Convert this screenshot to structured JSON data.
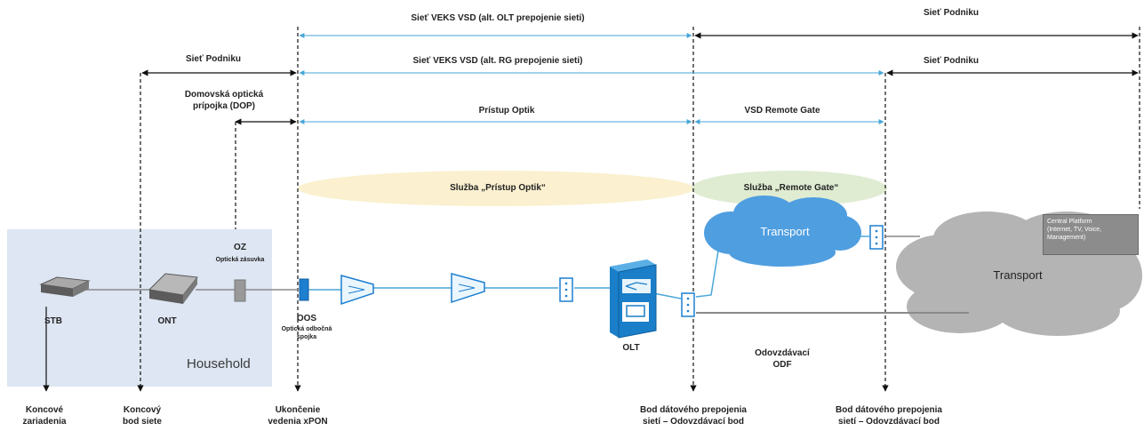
{
  "top": {
    "siet_veks_olt": "Sieť VEKS VSD (alt. OLT prepojenie sieti)",
    "siet_podniku_top_right": "Sieť Podniku",
    "siet_podniku_left": "Sieť Podniku",
    "siet_veks_rg": "Sieť VEKS VSD (alt. RG prepojenie sieti)",
    "siet_podniku_mid_right": "Sieť Podniku",
    "dop": "Domovská optická\nprípojka (DOP)",
    "pristup_optik": "Prístup Optik",
    "vsd_remote_gate": "VSD Remote Gate"
  },
  "services": {
    "pristup_optik": "Služba „Prístup Optik“",
    "remote_gate": "Služba „Remote Gate“"
  },
  "household": {
    "label": "Household",
    "oz_title": "OZ",
    "oz_sub": "Optická zásuvka",
    "stb": "STB",
    "ont": "ONT"
  },
  "network": {
    "oos_title": "OOS",
    "oos_sub": "Optická odbočná\nspojka",
    "olt": "OLT",
    "transport_small": "Transport",
    "transport_big": "Transport",
    "odovzdavaci_odf": "Odovzdávací\nODF",
    "central_platform": "Central Platform\n(Internet, TV, Voice,\nManagement)"
  },
  "bottom": {
    "koncove_zariadenia": "Koncové\nzariadenia",
    "koncovy_bod": "Koncový\nbod siete",
    "ukoncenie": "Ukončenie\nvedenia xPON",
    "bod1": "Bod dátového prepojenia\nsietí – Odovzdávací bod",
    "bod2": "Bod dátového prepojenia\nsietí – Odovzdávací bod"
  },
  "colors": {
    "household_bg": "#dde6f2",
    "blue_line": "#4aa6d8",
    "black_line": "#111111",
    "gray_line": "#8a8a8a",
    "ellipse_yellow": "#fbf0cf",
    "ellipse_green": "#dfecd2",
    "cloud_blue": "#4f9ee0",
    "cloud_gray": "#b4b4b4",
    "central_box": "#8c8c8c"
  }
}
